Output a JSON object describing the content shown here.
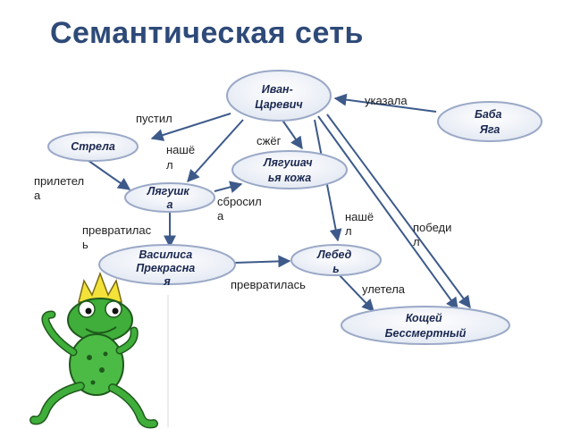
{
  "title": "Семантическая сеть",
  "colors": {
    "title": "#2e4a78",
    "edge": "#3d5a8a",
    "node_fill": "#eef1f8",
    "node_stroke": "#9aa9c7",
    "frog_green": "#3fae3a",
    "crown": "#f2e23a"
  },
  "nodes": {
    "ivan": [
      "Иван-",
      "Царевич"
    ],
    "baba_yaga": [
      "Баба",
      "Яга"
    ],
    "strela": [
      "Стрела"
    ],
    "kozha": [
      "Лягушач",
      "ья кожа"
    ],
    "lyagushka": [
      "Лягушк",
      "а"
    ],
    "vasilisa": [
      "Василиса",
      "Прекрасна",
      "я"
    ],
    "lebed": [
      "Лебед",
      "ь"
    ],
    "koschei": [
      "Кощей",
      "Бессмертный"
    ]
  },
  "edges": {
    "ukazala": [
      "указала"
    ],
    "pustil": [
      "пустил"
    ],
    "szheg": [
      "сжёг"
    ],
    "nashel1": [
      "нашё",
      "л"
    ],
    "priletela": [
      "прилетел",
      "а"
    ],
    "sbrosila": [
      "сбросил",
      "а"
    ],
    "nashel2": [
      "нашё",
      "л"
    ],
    "pobedil": [
      "победи",
      "л"
    ],
    "prevratilas1": [
      "превратилас",
      "ь"
    ],
    "prevratilas2": [
      "превратилась"
    ],
    "uletela": [
      "улетела"
    ]
  },
  "illustration": {
    "icon": "frog-with-crown-icon"
  }
}
